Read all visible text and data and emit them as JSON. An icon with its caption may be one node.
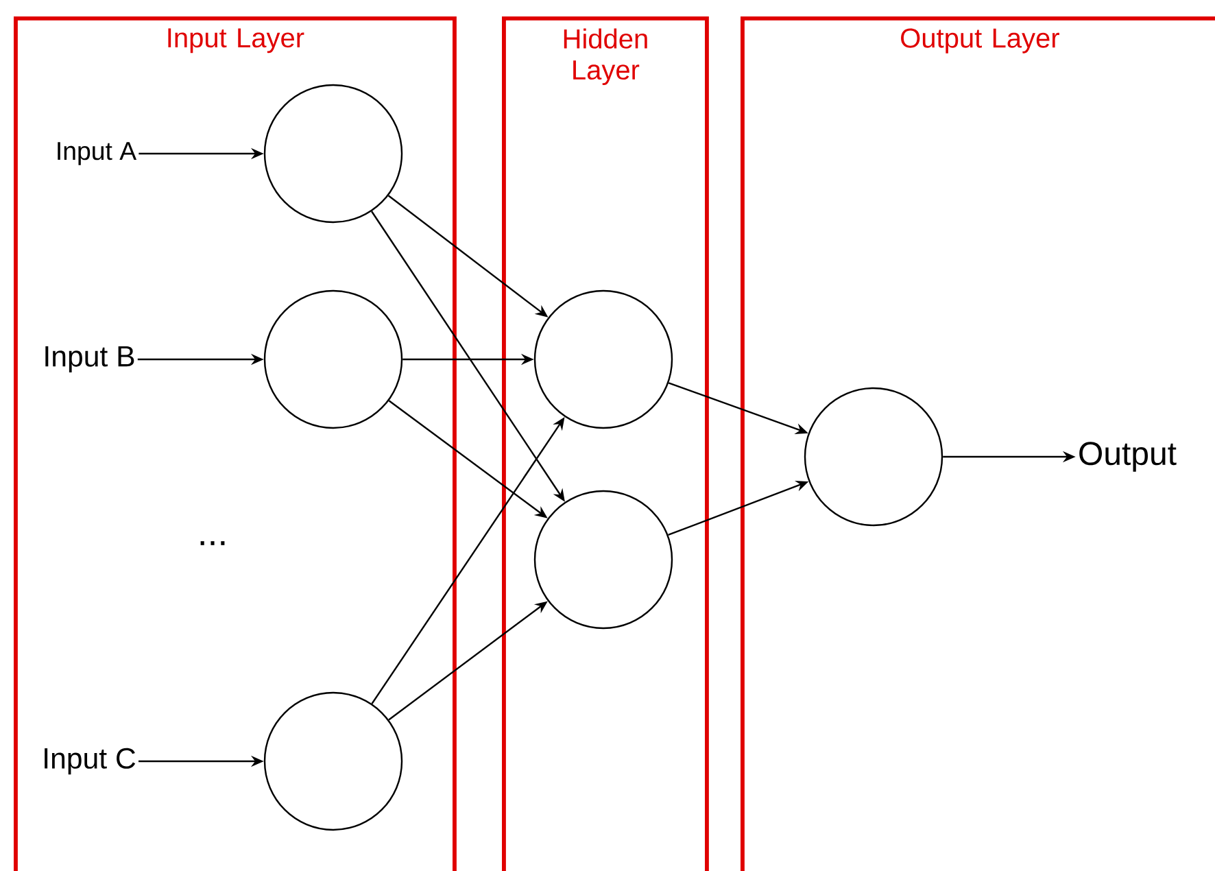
{
  "diagram": {
    "nodes": [
      {
        "text": [
          "Input Layer"
        ]
      },
      {
        "text": [
          "Hidden Layer"
        ]
      },
      {
        "text": [
          "Output Layer"
        ]
      },
      {
        "text": [
          "Input A"
        ],
        "in": 0
      },
      {
        "text": [
          "Input B"
        ],
        "in": 0
      },
      {
        "text": [
          "Input C"
        ],
        "in": 0
      },
      {
        "text": [],
        "shape": "circle",
        "in": 0
      },
      {
        "text": [],
        "shape": "circle",
        "in": 0
      },
      {
        "text": [],
        "shape": "circle",
        "in": 0
      },
      {
        "text": [],
        "shape": "circle",
        "in": 1
      },
      {
        "text": [],
        "shape": "circle",
        "in": 1
      },
      {
        "text": [],
        "shape": "circle",
        "in": 2
      },
      {
        "text": [
          "Output"
        ],
        "in": 2
      }
    ],
    "edges": [
      {
        "from": 3,
        "to": 6,
        "arrow": "to"
      },
      {
        "from": 4,
        "to": 7,
        "arrow": "to"
      },
      {
        "from": 5,
        "to": 8,
        "arrow": "to"
      },
      {
        "from": 6,
        "to": 9,
        "arrow": "to"
      },
      {
        "from": 6,
        "to": 10,
        "arrow": "to"
      },
      {
        "from": 7,
        "to": 9,
        "arrow": "to"
      },
      {
        "from": 7,
        "to": 10,
        "arrow": "to"
      },
      {
        "from": 8,
        "to": 9,
        "arrow": "to"
      },
      {
        "from": 8,
        "to": 10,
        "arrow": "to"
      },
      {
        "from": 9,
        "to": 11,
        "arrow": "to"
      },
      {
        "from": 10,
        "to": 11,
        "arrow": "to"
      },
      {
        "from": 11,
        "to": 12,
        "arrow": "to"
      }
    ],
    "labels": [
      "..."
    ]
  }
}
